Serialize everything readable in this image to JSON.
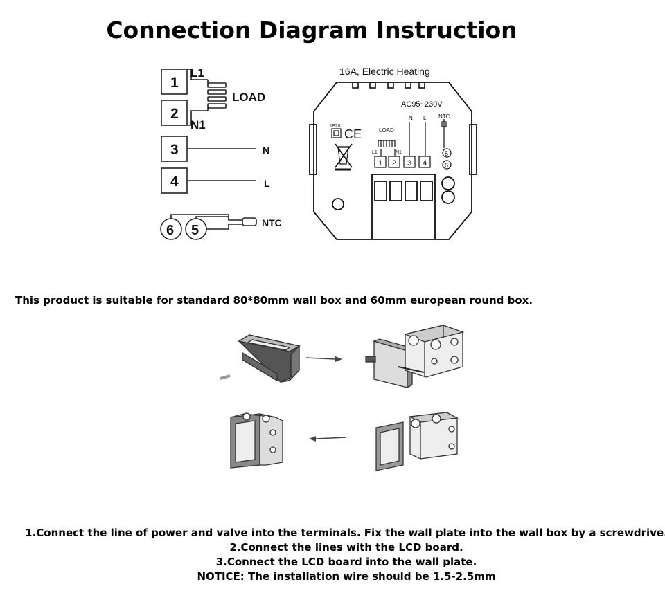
{
  "page": {
    "title": "Connection Diagram Instruction",
    "suitability_note": "This product is suitable for standard 80*80mm wall box and 60mm european round box.",
    "steps": [
      "1.Connect the line of power and valve into the terminals. Fix the wall plate into the wall box by a screwdrive.",
      "2.Connect the lines with the LCD board.",
      "3.Connect the LCD board into the wall plate.",
      "NOTICE: The installation wire should be 1.5-2.5mm"
    ]
  },
  "wiring": {
    "terminal_numbers": [
      "1",
      "2",
      "3",
      "4"
    ],
    "label_l1": "L1",
    "label_n1": "N1",
    "label_load": "LOAD",
    "label_n": "N",
    "label_l": "L",
    "label_ntc": "NTC",
    "sensor_terminals": [
      "6",
      "5"
    ]
  },
  "device_back": {
    "rating": "16A, Electric Heating",
    "voltage": "AC95~230V",
    "ip_rating": "IP20",
    "ce_mark": "CE",
    "load_label": "LOAD",
    "term_l1": "L1",
    "term_n1": "N1",
    "term_n": "N",
    "term_l": "L",
    "ntc_label": "NTC",
    "terminal_numbers": [
      "1",
      "2",
      "3",
      "4"
    ],
    "sensor_terminals": [
      "5",
      "6"
    ]
  }
}
